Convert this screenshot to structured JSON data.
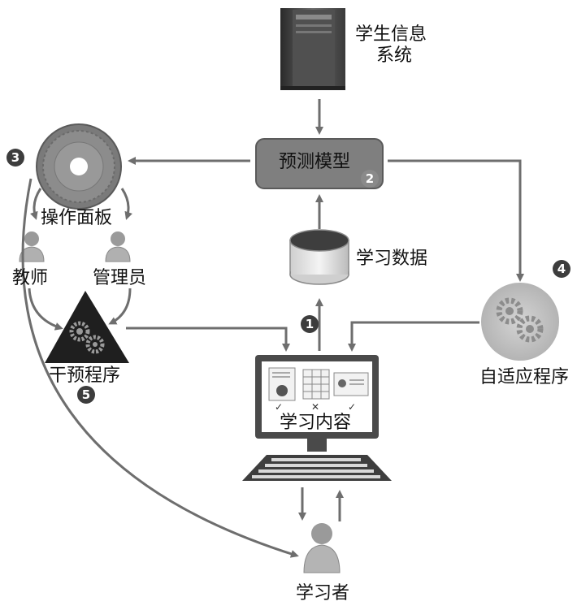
{
  "labels": {
    "sis_line1": "学生信息",
    "sis_line2": "系统",
    "prediction_model": "预测模型",
    "learning_data": "学习数据",
    "dashboard": "操作面板",
    "teacher": "教师",
    "admin": "管理员",
    "intervention": "干预程序",
    "adaptive": "自适应程序",
    "learning_content": "学习内容",
    "learner": "学习者"
  },
  "badges": {
    "b1": "1",
    "b2": "2",
    "b3": "3",
    "b4": "4",
    "b5": "5"
  },
  "colors": {
    "arrow": "#6e6e6e",
    "model_box": "#7f7f7f",
    "badge": "#3d3d3d",
    "monitor": "#4a4a4a"
  }
}
